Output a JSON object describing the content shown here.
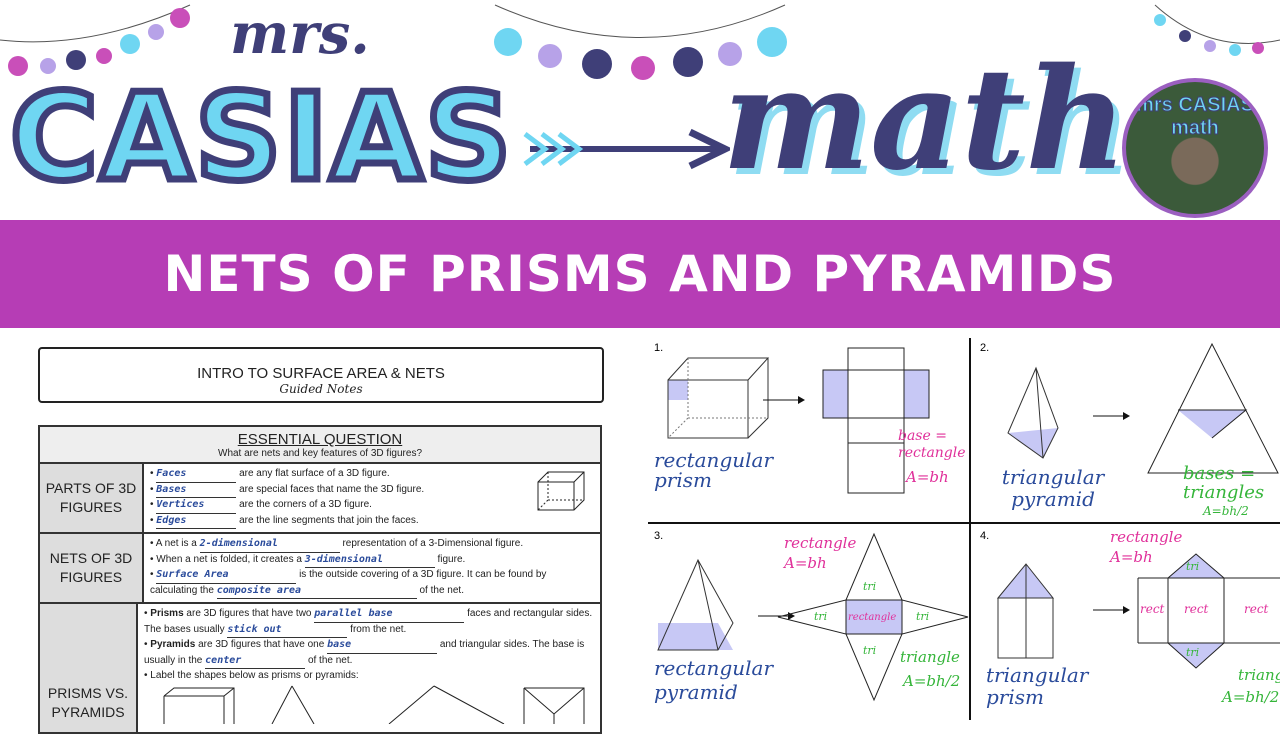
{
  "header": {
    "mrs": "mrs.",
    "casias": "CASIAS",
    "math": "math",
    "avatar_text": "mrs CASIAS math"
  },
  "banner": {
    "title": "NETS OF PRISMS AND PYRAMIDS",
    "color": "#b63db5"
  },
  "notes": {
    "title": "INTRO TO SURFACE AREA & NETS",
    "subtitle": "Guided Notes",
    "eq_heading": "ESSENTIAL QUESTION",
    "eq_text": "What are nets and key features of 3D figures?",
    "rows": [
      {
        "label": "PARTS OF 3D FIGURES",
        "items": [
          {
            "fill": "Faces",
            "text": "are any flat surface of a 3D figure."
          },
          {
            "fill": "Bases",
            "text": "are special faces that name the 3D figure."
          },
          {
            "fill": "Vertices",
            "text": "are the corners of a 3D figure."
          },
          {
            "fill": "Edges",
            "text": "are the line segments that join the faces."
          }
        ]
      },
      {
        "label": "NETS OF 3D FIGURES",
        "items": [
          {
            "pre": "A net is a",
            "fill": "2-dimensional",
            "text": "representation of a 3-Dimensional figure."
          },
          {
            "pre": "When a net is folded, it creates a",
            "fill": "3-dimensional",
            "text": "figure."
          },
          {
            "fill": "Surface Area",
            "text": "is the outside covering of a 3D figure. It can be found by calculating the",
            "fill2": "composite area",
            "text2": "of the net."
          }
        ]
      },
      {
        "label": "PRISMS VS. PYRAMIDS",
        "items": [
          {
            "bold": "Prisms",
            "pre": "are 3D figures that have two",
            "fill": "parallel base",
            "text": "faces and rectangular sides. The bases usually",
            "fill2": "stick out",
            "text2": "from the net."
          },
          {
            "bold": "Pyramids",
            "pre": "are 3D figures that have one",
            "fill": "base",
            "text": "and triangular sides. The base is usually in the",
            "fill2": "center",
            "text2": "of the net."
          },
          {
            "text": "Label the shapes below as prisms or pyramids:"
          }
        ]
      }
    ]
  },
  "examples": [
    {
      "num": "1.",
      "name": "rectangular prism",
      "note": "base = rectangle",
      "formula": "A=bh"
    },
    {
      "num": "2.",
      "name": "triangular pyramid",
      "note": "bases = triangles",
      "formula": "A=bh/2"
    },
    {
      "num": "3.",
      "name": "rectangular pyramid",
      "top_note": "rectangle",
      "top_formula": "A=bh",
      "face_labels": [
        "tri",
        "tri",
        "rectangle",
        "tri",
        "tri"
      ],
      "note": "triangle",
      "formula": "A=bh/2"
    },
    {
      "num": "4.",
      "name": "triangular prism",
      "top_note": "rectangle",
      "top_formula": "A=bh",
      "face_labels": [
        "tri",
        "rect",
        "rect",
        "rect",
        "tri"
      ],
      "note": "triangle",
      "formula": "A=bh/2"
    }
  ],
  "colors": {
    "navy": "#3f3f78",
    "cyan": "#6fd6f2",
    "pink": "#e0309a",
    "green": "#35b53a",
    "blue_ink": "#2a4b9b",
    "shade": "#c7c8f5"
  }
}
